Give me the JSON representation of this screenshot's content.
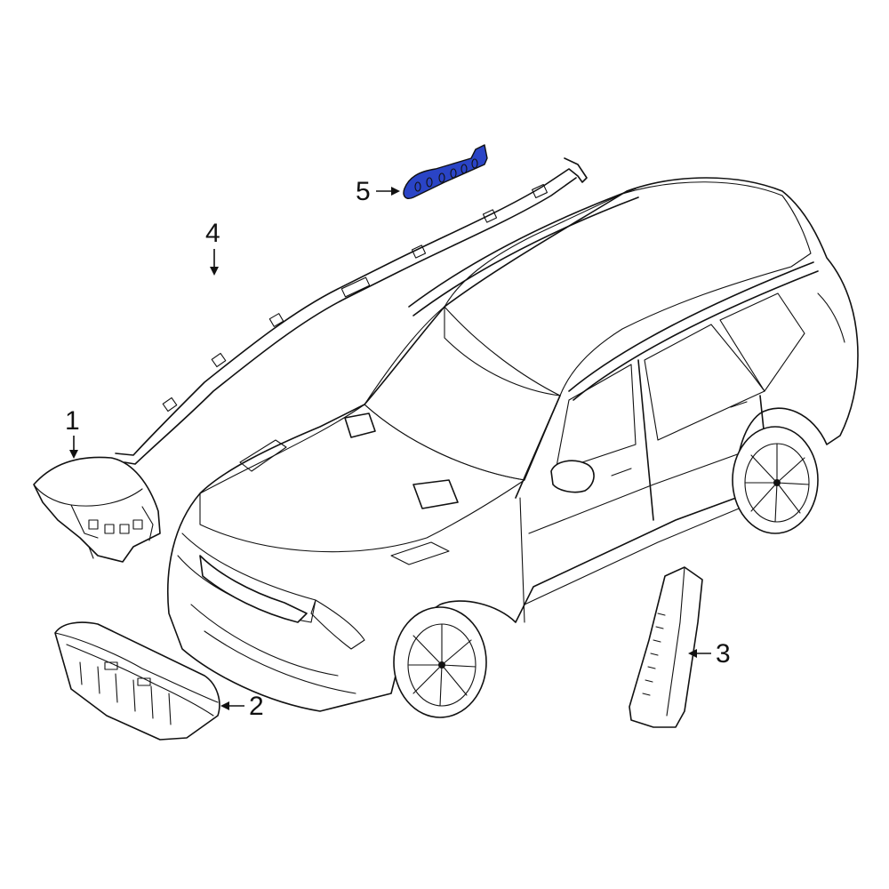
{
  "diagram": {
    "callouts": [
      {
        "number": "1",
        "part": "steering-wheel-airbag"
      },
      {
        "number": "2",
        "part": "passenger-airbag"
      },
      {
        "number": "3",
        "part": "seat-side-airbag"
      },
      {
        "number": "4",
        "part": "curtain-airbag"
      },
      {
        "number": "5",
        "part": "curtain-airbag-mounting-bracket"
      }
    ],
    "highlight_color": "#2a44c6",
    "line_color": "#111111"
  }
}
